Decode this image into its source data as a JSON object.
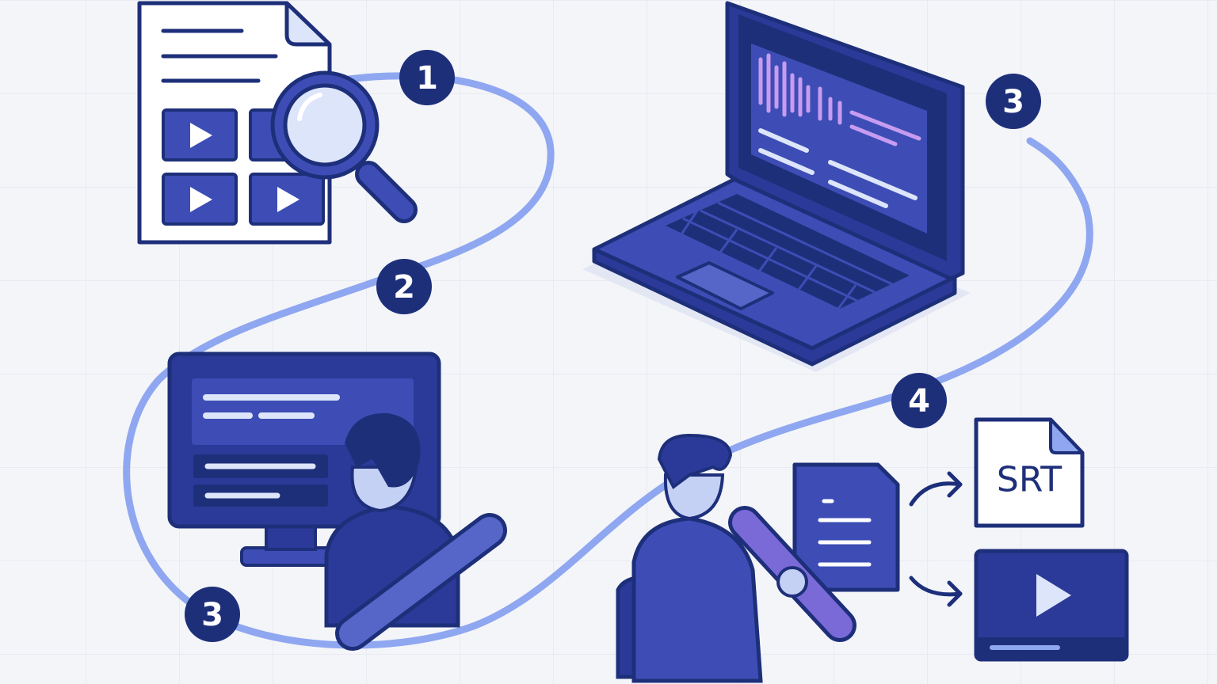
{
  "steps": [
    {
      "label": "1",
      "icon": "document-search-icon"
    },
    {
      "label": "2",
      "icon": "path-marker"
    },
    {
      "label": "3",
      "icon": "laptop-audio-icon"
    },
    {
      "label": "3",
      "icon": "monitor-editor-icon"
    },
    {
      "label": "4",
      "icon": "person-editing-icon"
    }
  ],
  "outputs": {
    "srt_label": "SRT",
    "video_icon": "video-play-icon"
  },
  "colors": {
    "background": "#f4f5f9",
    "navy": "#1e2f7a",
    "primary": "#3d4db5",
    "path": "#8fa7f0",
    "light": "#dde5fb",
    "waveform": "#c79cf0"
  }
}
